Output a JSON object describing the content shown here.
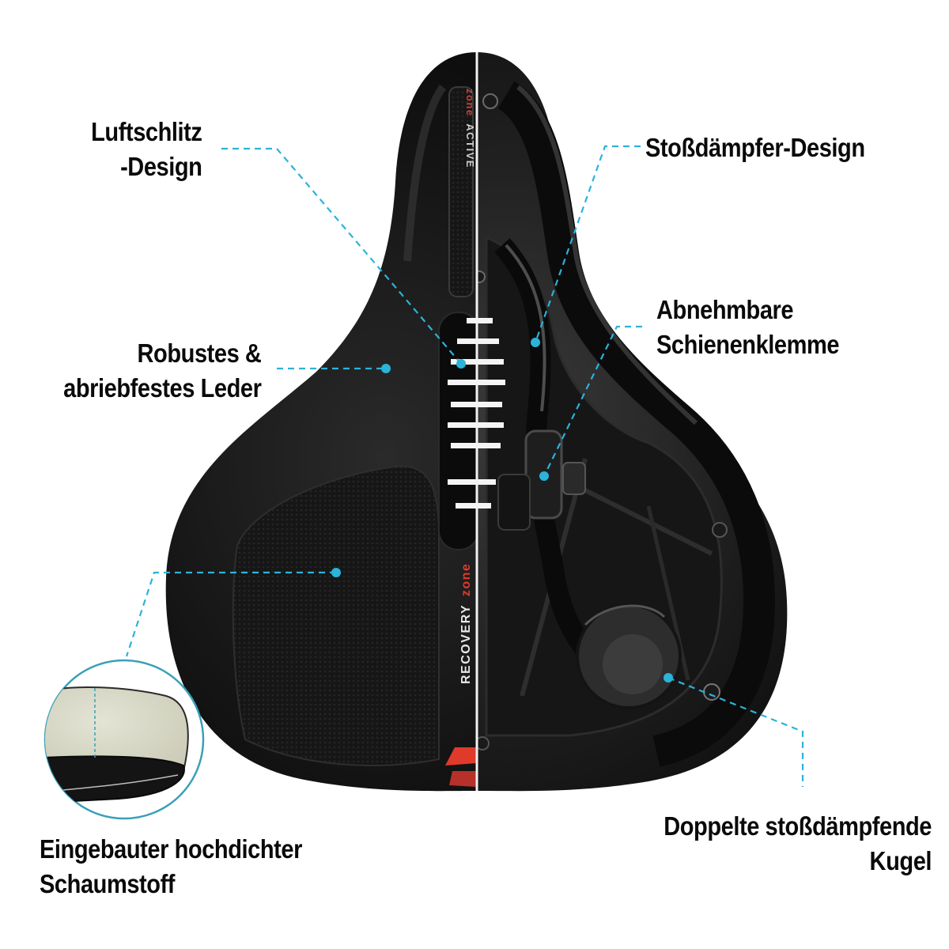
{
  "image": {
    "kind": "product feature annotation",
    "subject": "bicycle saddle, half exterior / half interior cutaway",
    "background_color": "#ffffff",
    "callout_color": "#2bb3d9",
    "saddle_color": "#111111",
    "accent_color": "#e03a2a"
  },
  "saddle_markings": {
    "brand_text_white": "RECOVERY",
    "brand_text_red": "zone",
    "top_text_white": "ACTIVE",
    "top_text_red": "zone"
  },
  "callouts": [
    {
      "id": "luftschlitz",
      "lines": [
        "Luftschlitz",
        "-Design"
      ],
      "align": "right",
      "target": "air vent slots in center channel"
    },
    {
      "id": "stoss",
      "lines": [
        "Stoßdämpfer-Design"
      ],
      "align": "left",
      "target": "shock absorber spring frame"
    },
    {
      "id": "schiene",
      "lines": [
        "Abnehmbare",
        "Schienenklemme"
      ],
      "align": "left",
      "target": "detachable rail clamp"
    },
    {
      "id": "leder",
      "lines": [
        "Robustes &",
        "abriebfestes Leder"
      ],
      "align": "right",
      "target": "saddle cover surface"
    },
    {
      "id": "schaum",
      "lines": [
        "Eingebauter hochdichter",
        "Schaumstoff"
      ],
      "align": "left",
      "target": "foam cross-section inset"
    },
    {
      "id": "kugel",
      "lines": [
        "Doppelte stoßdämpfende",
        "Kugel"
      ],
      "align": "right",
      "target": "rubber shock ball"
    }
  ]
}
